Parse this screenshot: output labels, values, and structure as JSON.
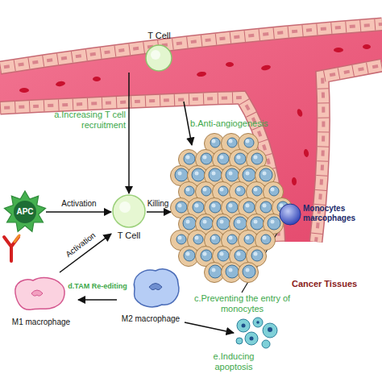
{
  "diagram": {
    "nodes": [
      {
        "text": [
          "T Cell"
        ]
      },
      {
        "text": [
          "APC"
        ]
      },
      {
        "text": [
          "T Cell"
        ]
      },
      {
        "text": [
          "Monocytes marcophages"
        ]
      },
      {
        "text": [
          "Cancer Tissues"
        ]
      },
      {
        "text": [
          "M1 macrophage"
        ]
      },
      {
        "text": [
          "M2 macrophage"
        ]
      },
      {
        "text": [
          "e.Inducing apoptosis"
        ]
      }
    ],
    "edges": [
      {
        "from": 0,
        "to": 2,
        "arrow": "to",
        "label": "a.Increasing T cell recruitment"
      },
      {
        "from": 1,
        "to": 2,
        "arrow": "to",
        "label": "Activation"
      },
      {
        "from": 2,
        "to": 4,
        "arrow": "to",
        "label": "Killing"
      },
      {
        "from": 6,
        "to": 5,
        "arrow": "to",
        "label": "d.TAM Re-editing"
      },
      {
        "from": 5,
        "to": 2,
        "arrow": "to",
        "label": "Activation"
      },
      {
        "from": 6,
        "to": 7,
        "arrow": "to"
      }
    ],
    "labels": [
      "b.Anti-angiogenesis",
      "c.Preventing the entry of monocytes"
    ]
  }
}
